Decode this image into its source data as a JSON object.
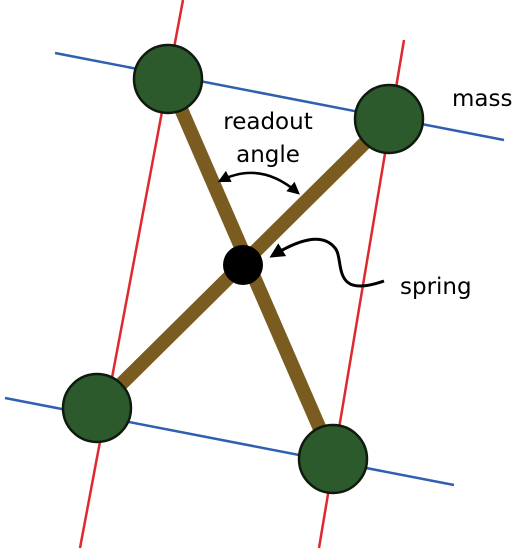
{
  "labels": {
    "mass": "mass",
    "readout_line1": "readout",
    "readout_line2": "angle",
    "spring": "spring"
  },
  "colors": {
    "frame_line_red": "#e0282e",
    "frame_line_blue": "#2f5fb0",
    "arm": "#7a5c20",
    "mass_fill": "#2c5a2c",
    "mass_stroke": "#0e1a0e",
    "pivot": "#000000",
    "arrow": "#000000",
    "text": "#000000"
  },
  "icons": {
    "readout_arrow": "curved-double-arrow-icon",
    "spring_pointer": "wavy-arrow-icon"
  }
}
